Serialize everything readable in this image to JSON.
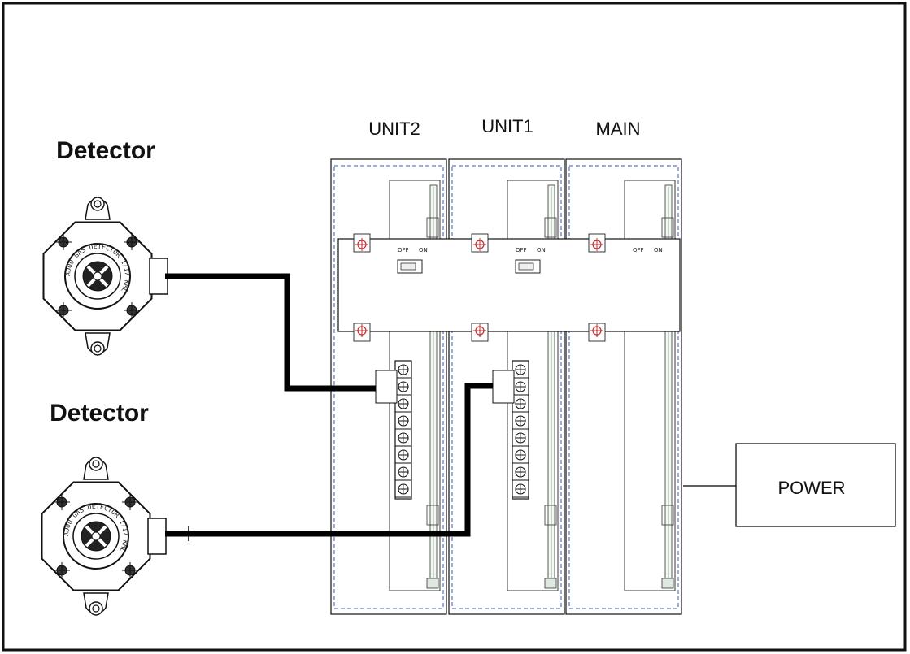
{
  "units": [
    {
      "key": "unit2",
      "title": "UNIT2",
      "switch_off": "OFF",
      "switch_on": "ON",
      "has_terminals": true
    },
    {
      "key": "unit1",
      "title": "UNIT1",
      "switch_off": "OFF",
      "switch_on": "ON",
      "has_terminals": true
    },
    {
      "key": "main",
      "title": "MAIN",
      "switch_off": "OFF",
      "switch_on": "ON",
      "has_terminals": false
    }
  ],
  "detectors": [
    {
      "label": "Detector",
      "ring_text": "AD00 GAS DETECTOR 1717 KMC"
    },
    {
      "label": "Detector",
      "ring_text": "AD00 GAS DETECTOR 1717 KMC"
    }
  ],
  "power": {
    "label": "POWER"
  },
  "colors": {
    "line": "#000000",
    "dashed_border": "#3b55b8",
    "screw_mark": "#c62828",
    "frame": "#111111"
  }
}
